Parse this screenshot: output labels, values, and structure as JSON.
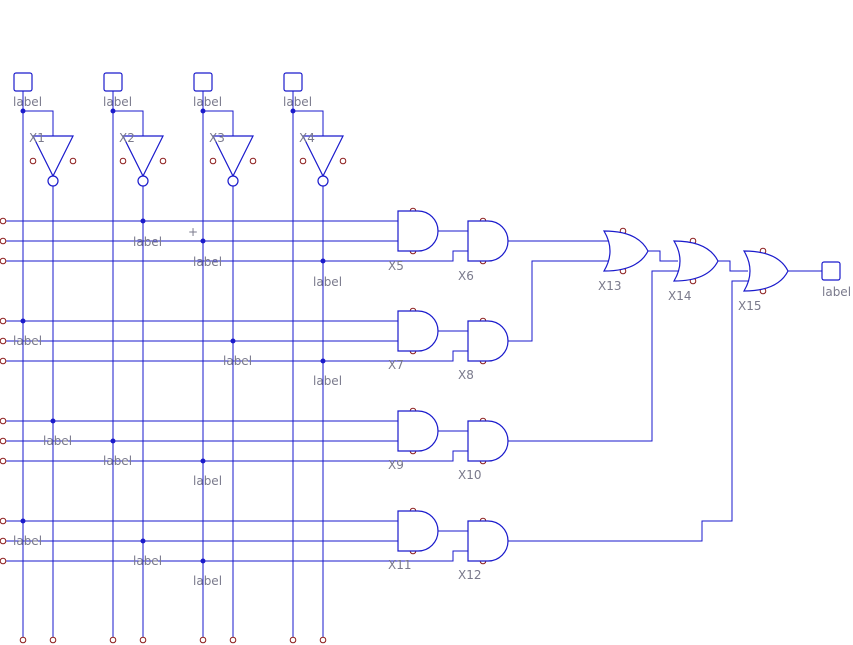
{
  "schematic": {
    "input_labels": [
      "label",
      "label",
      "label",
      "label"
    ],
    "inverter_refs": [
      "X1",
      "X2",
      "X3",
      "X4"
    ],
    "and_gate_refs": [
      "X5",
      "X6",
      "X7",
      "X8",
      "X9",
      "X10",
      "X11",
      "X12"
    ],
    "or_gate_refs": [
      "X13",
      "X14",
      "X15"
    ],
    "tap_labels": [
      "label",
      "label",
      "label",
      "label",
      "label",
      "label",
      "label",
      "label",
      "label",
      "label",
      "label",
      "label"
    ],
    "output_label": "label",
    "cursor_mark": "+"
  }
}
